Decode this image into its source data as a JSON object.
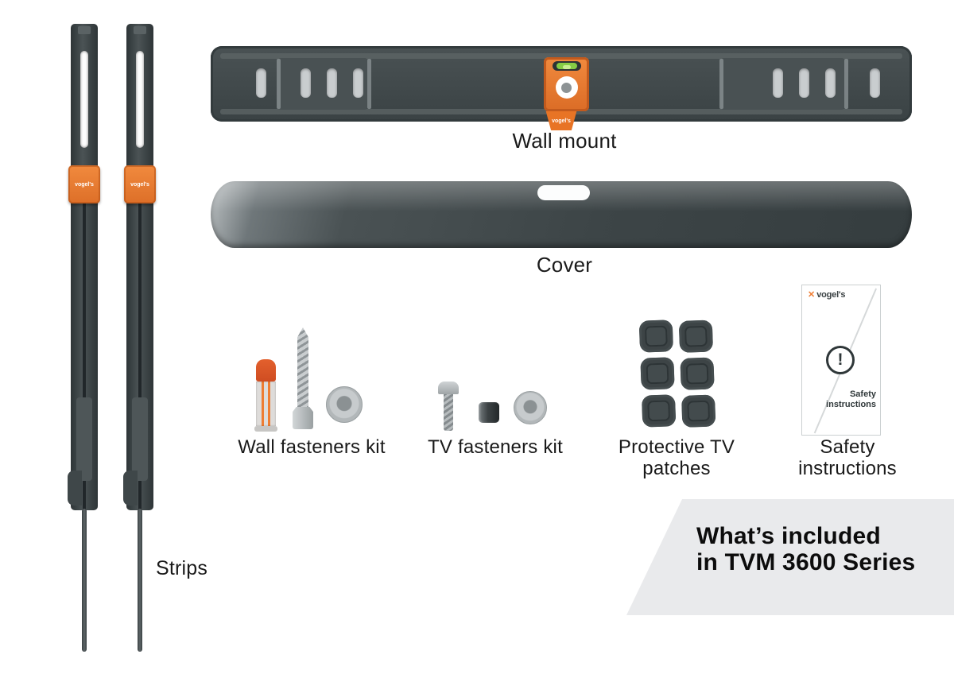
{
  "colors": {
    "accent_orange": "#EF7D33",
    "dark_gray": "#3D4547",
    "panel_gray": "#E9EAEC",
    "level_green": "#85CC45"
  },
  "brand": {
    "logo_mark": "✕",
    "logo_text": "vogel's"
  },
  "parts": {
    "strips": {
      "label": "Strips"
    },
    "wall_mount": {
      "label": "Wall mount"
    },
    "cover": {
      "label": "Cover"
    },
    "wall_fasteners": {
      "label": "Wall fasteners kit"
    },
    "tv_fasteners": {
      "label": "TV fasteners kit"
    },
    "patches": {
      "label": "Protective TV\npatches"
    },
    "safety": {
      "label": "Safety\ninstructions"
    }
  },
  "leaflet": {
    "logo_text": "vogel's",
    "exclamation": "!",
    "text": "Safety\ninstructions"
  },
  "headline": {
    "line1": "What’s included",
    "line2": "in TVM 3600 Series"
  }
}
